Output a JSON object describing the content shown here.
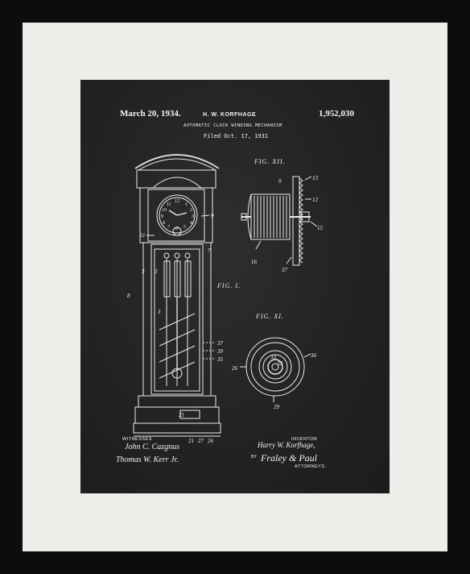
{
  "patent": {
    "date": "March 20, 1934.",
    "inventor_name": "H. W. KORFHAGE",
    "patent_number": "1,952,030",
    "title": "AUTOMATIC CLOCK WINDING MECHANISM",
    "filed": "Filed Oct. 17, 1931"
  },
  "figures": {
    "fig12": "FIG. XII.",
    "fig1": "FIG. I.",
    "fig11": "FIG. XI."
  },
  "footer": {
    "witnesses_label": "WITNESSES",
    "inventor_label": "INVENTOR",
    "by_label": "BY",
    "attorneys_label": "ATTORNEYS.",
    "witness_signature_1": "John C. Cazgnus",
    "witness_signature_2": "Thomas W. Kerr Jr.",
    "inventor_signature": "Harry W. Korfhage,",
    "attorney_signature": "Fraley & Paul"
  },
  "reference_numerals": {
    "clock": [
      "9",
      "7",
      "11",
      "3",
      "3",
      "3",
      "8",
      "37",
      "39",
      "35",
      "21",
      "21",
      "27",
      "26"
    ],
    "fig12": [
      "9",
      "13",
      "12",
      "15",
      "16",
      "37"
    ],
    "fig11": [
      "33",
      "32",
      "36",
      "26",
      "29"
    ],
    "dial": [
      "12",
      "1",
      "2",
      "3",
      "4",
      "5",
      "6",
      "7",
      "8",
      "9",
      "10",
      "11"
    ]
  },
  "colors": {
    "frame": "#0d0d0d",
    "mat": "#efedea",
    "chalkboard": "#262626",
    "ink": "#f2f2f2"
  }
}
